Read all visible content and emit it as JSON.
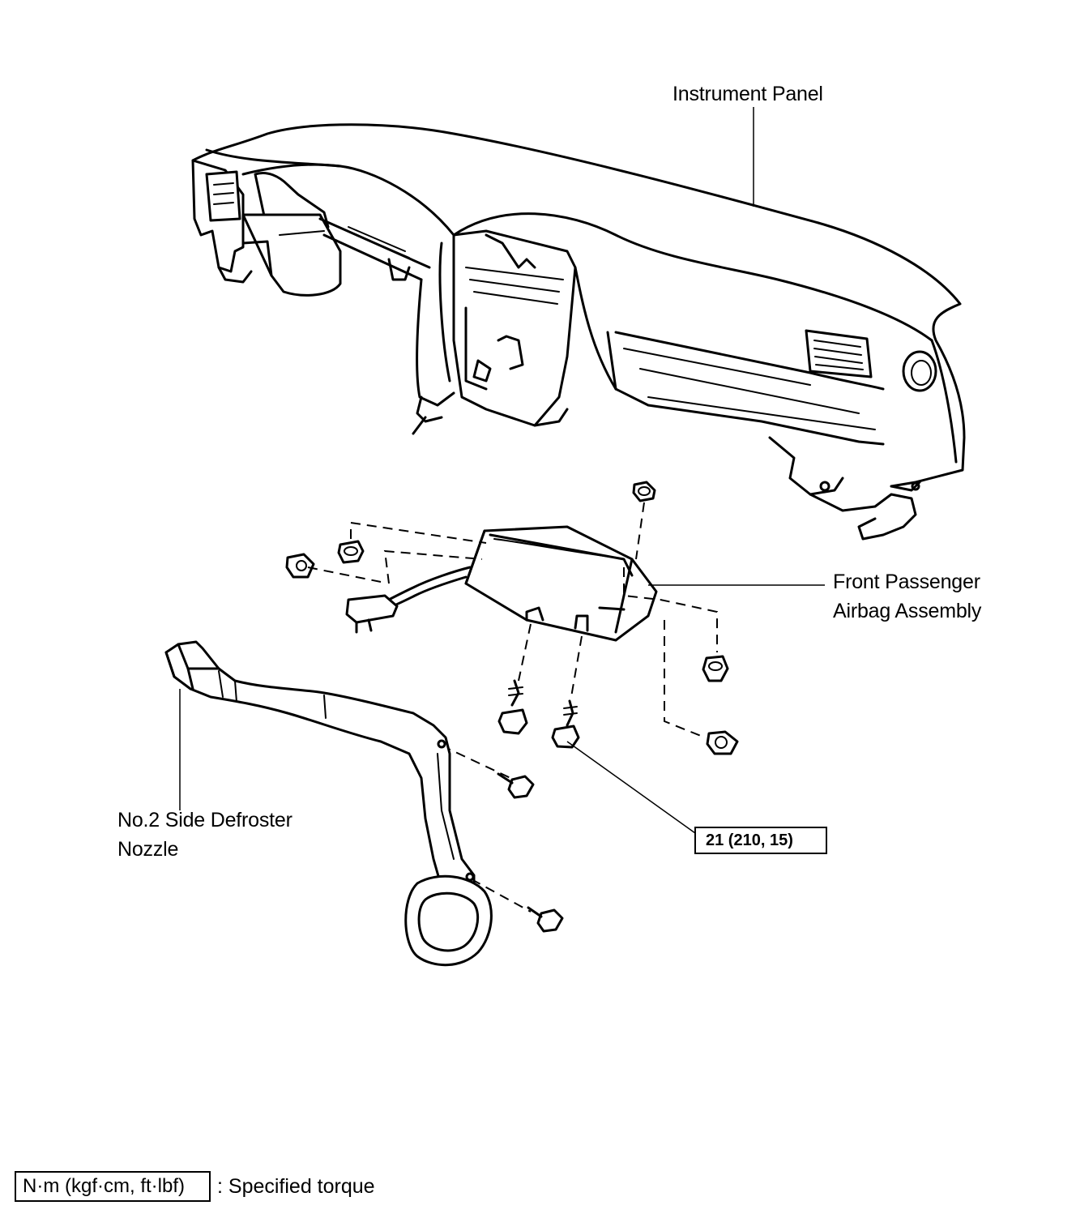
{
  "labels": {
    "instrument_panel": "Instrument Panel",
    "airbag_line1": "Front Passenger",
    "airbag_line2": "Airbag Assembly",
    "defroster_line1": "No.2 Side Defroster",
    "defroster_line2": "Nozzle"
  },
  "torque": {
    "value": "21 (210, 15)"
  },
  "legend": {
    "units": "N·m (kgf·cm, ft·lbf)",
    "meaning": ": Specified torque"
  }
}
